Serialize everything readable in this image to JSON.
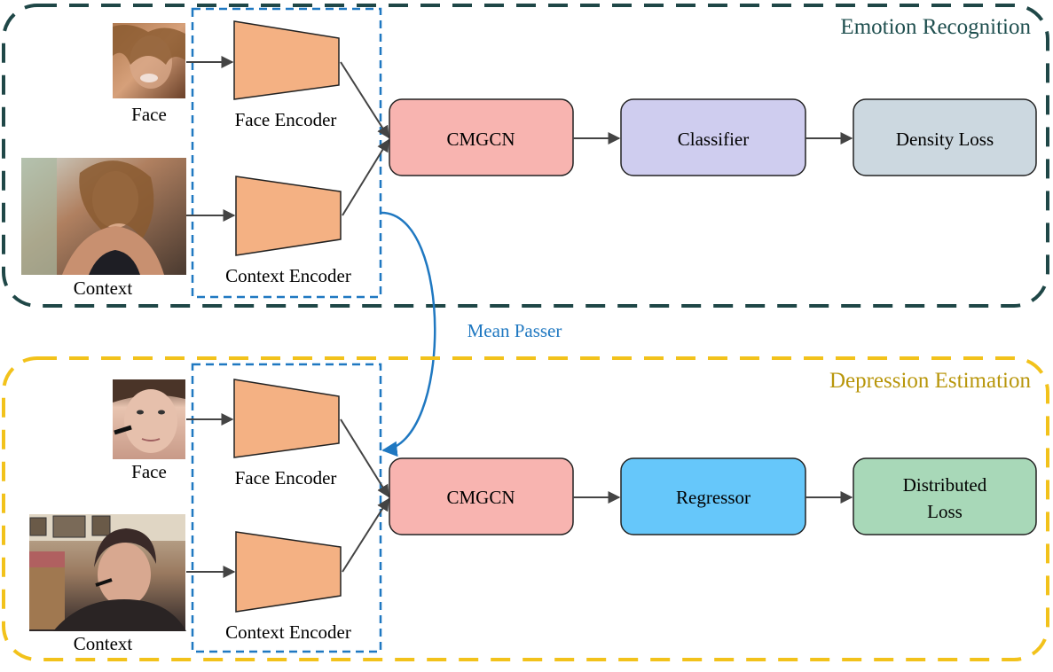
{
  "emotion": {
    "title": "Emotion Recognition",
    "face_label": "Face",
    "context_label": "Context",
    "face_encoder": "Face Encoder",
    "context_encoder": "Context Encoder",
    "cmgcn": "CMGCN",
    "classifier": "Classifier",
    "loss": "Density Loss"
  },
  "connector": {
    "label": "Mean Passer"
  },
  "depression": {
    "title": "Depression Estimation",
    "face_label": "Face",
    "context_label": "Context",
    "face_encoder": "Face Encoder",
    "context_encoder": "Context Encoder",
    "cmgcn": "CMGCN",
    "regressor": "Regressor",
    "loss_line1": "Distributed",
    "loss_line2": "Loss"
  },
  "colors": {
    "emotion_border": "#1f4747",
    "depression_border": "#f2c21b",
    "encoder_group_border": "#1f78c1",
    "encoder_fill": "#f4b183",
    "cmgcn_fill": "#f8b4b0",
    "classifier_fill": "#cfcdef",
    "density_loss_fill": "#ccd8e0",
    "regressor_fill": "#66c7fa",
    "distributed_loss_fill": "#a8d8b8",
    "mean_passer": "#1f78c1",
    "arrow": "#444444",
    "emotion_title": "#1f4f4f",
    "depression_title": "#b8960b"
  }
}
